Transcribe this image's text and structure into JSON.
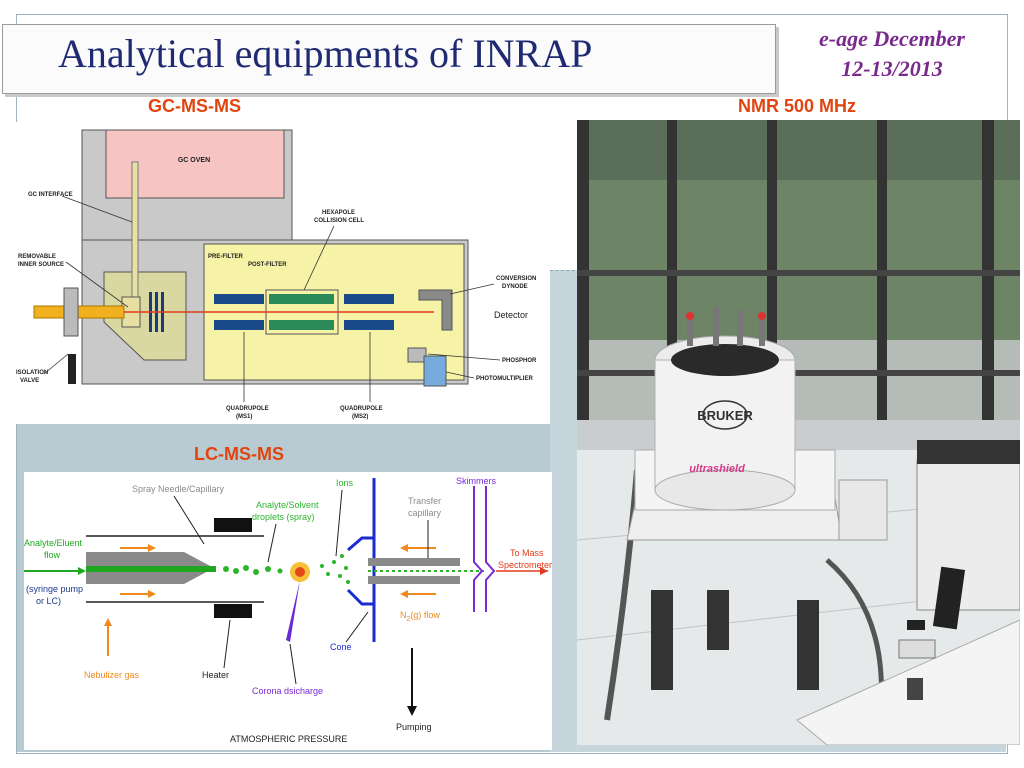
{
  "slide": {
    "title": "Analytical equipments of INRAP",
    "date_line1": "e-age December",
    "date_line2": "12-13/2013"
  },
  "labels": {
    "gcms": "GC-MS-MS",
    "nmr": "NMR 500 MHz",
    "lcms": "LC-MS-MS"
  },
  "gc_diagram": {
    "gc_oven": "GC OVEN",
    "gc_interface": "GC INTERFACE",
    "hexapole_1": "HEXAPOLE",
    "hexapole_2": "COLLISION CELL",
    "pre_filter": "PRE-FILTER",
    "post_filter": "POST-FILTER",
    "removable_1": "REMOVABLE",
    "removable_2": "INNER SOURCE",
    "conversion_1": "CONVERSION",
    "conversion_2": "DYNODE",
    "detector": "Detector",
    "phosphor": "PHOSPHOR",
    "photomultiplier": "PHOTOMULTIPLIER",
    "isolation_1": "ISOLATION",
    "isolation_2": "VALVE",
    "quad1_1": "QUADRUPOLE",
    "quad1_2": "(MS1)",
    "quad2_1": "QUADRUPOLE",
    "quad2_2": "(MS2)"
  },
  "lc_diagram": {
    "spray_needle": "Spray Needle/Capillary",
    "analyte_solvent_1": "Analyte/Solvent",
    "analyte_solvent_2": "droplets (spray)",
    "ions": "Ions",
    "skimmers": "Skimmers",
    "transfer_1": "Transfer",
    "transfer_2": "capillary",
    "analyte_eluent_1": "Analyte/Eluent",
    "analyte_eluent_2": "flow",
    "syringe_1": "(syringe pump",
    "syringe_2": "or LC)",
    "to_mass_1": "To Mass",
    "to_mass_2": "Spectrometer",
    "n2_flow_pre": "N",
    "n2_flow_sub": "2",
    "n2_flow_post": "(g) flow",
    "cone": "Cone",
    "nebulizer": "Nebulizer gas",
    "heater": "Heater",
    "corona": "Corona dsicharge",
    "pumping": "Pumping",
    "atmospheric": "ATMOSPHERIC PRESSURE"
  },
  "nmr_photo": {
    "brand": "BRUKER",
    "shield_text": "ultrashield"
  },
  "colors": {
    "title": "#1f2a73",
    "date": "#7a2a8c",
    "label": "#e0450f",
    "gc_yellow": "#f7f3a6",
    "gc_pink": "#f7c4c4",
    "lc_orange": "#f08a1c",
    "lc_green": "#2bb52b",
    "lc_blue": "#1a2bd6",
    "lc_purple": "#7a2ad6"
  }
}
